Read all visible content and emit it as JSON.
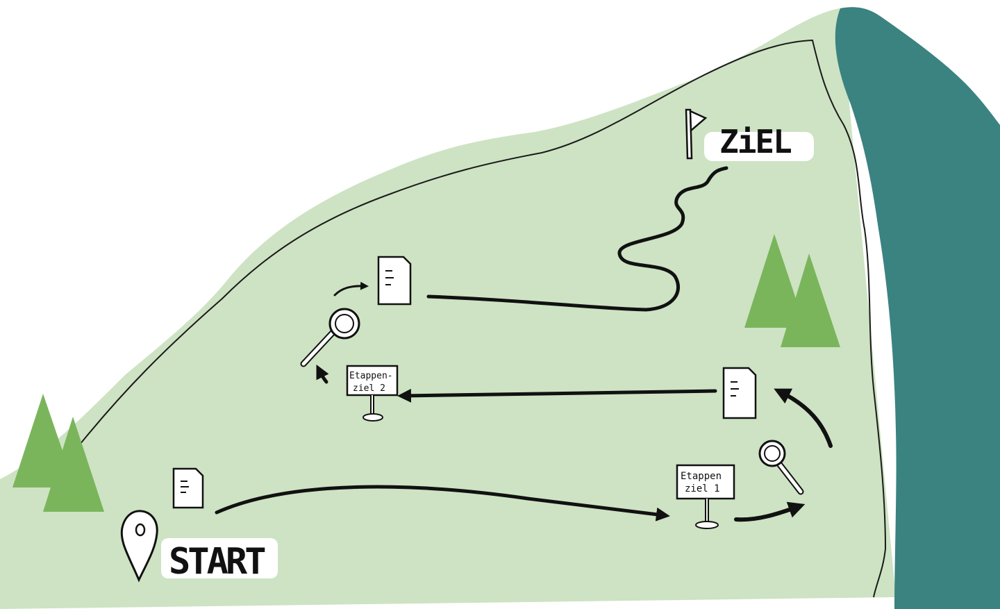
{
  "labels": {
    "start": "START",
    "goal": "ZiEL",
    "stage1_line1": "Etappen",
    "stage1_line2": "ziel 1",
    "stage2_line1": "Etappen-",
    "stage2_line2": "ziel 2"
  },
  "icons": {
    "start": "map-pin-icon",
    "goal": "flag-icon",
    "document": "document-icon",
    "magnifier": "magnifier-icon",
    "signpost": "signpost-icon",
    "tree": "tree-icon"
  },
  "colors": {
    "meadow": "#cde3c3",
    "cliff": "#3a8380",
    "tree": "#7ab55c",
    "ink": "#111111",
    "label_bg": "#ffffff"
  }
}
